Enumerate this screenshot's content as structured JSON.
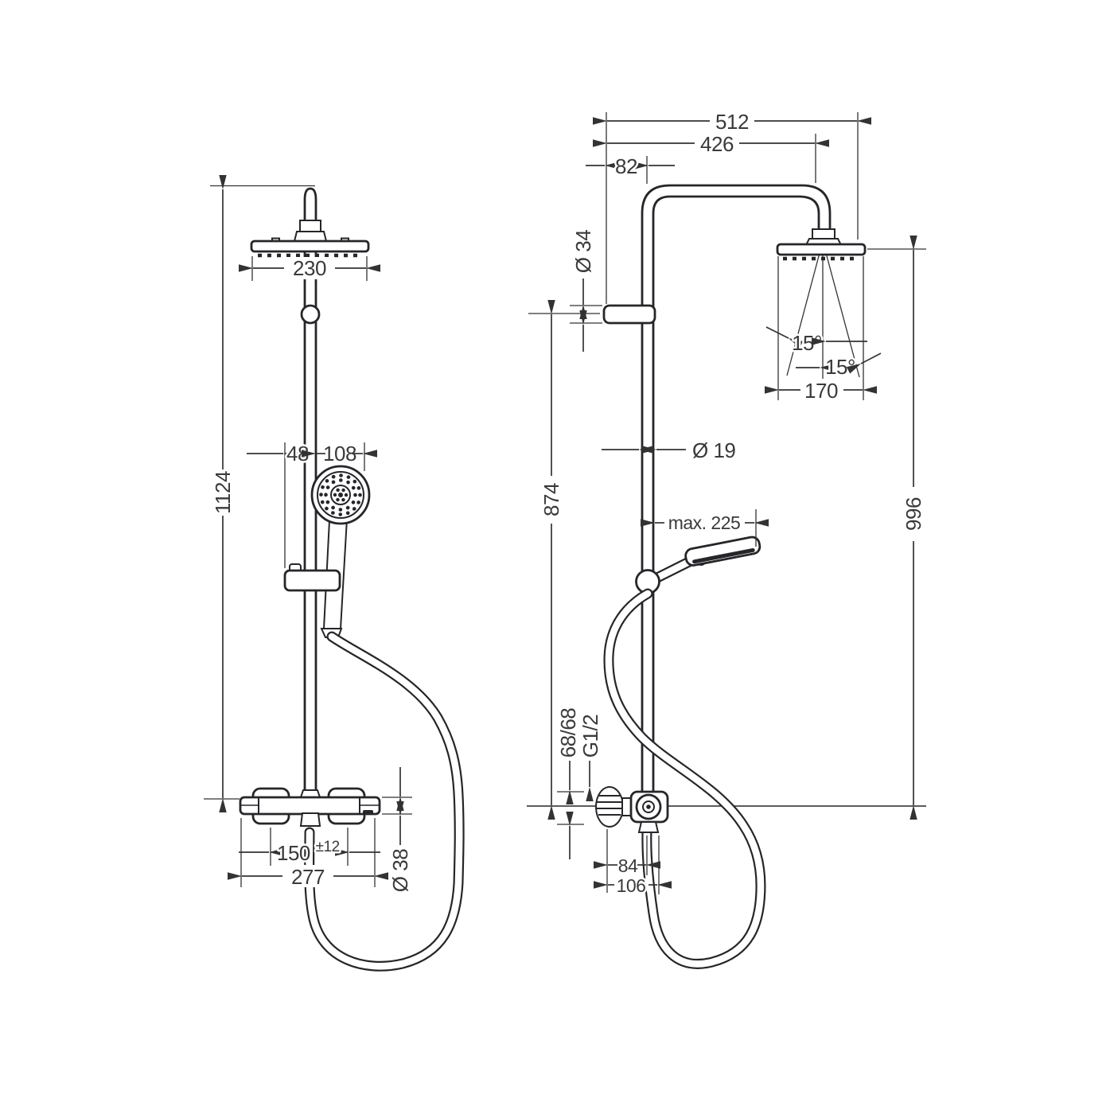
{
  "drawing": {
    "front_view": {
      "head_width": "230",
      "total_height": "1124",
      "hand_shower_offset": "48",
      "hand_shower_diameter": "108",
      "connection_spacing": "150",
      "connection_tolerance": "±12",
      "valve_width": "277",
      "valve_diameter": "Ø 38"
    },
    "side_view": {
      "overall_depth": "512",
      "arm_depth": "426",
      "wall_offset": "82",
      "bracket_diameter": "Ø 34",
      "tilt_upper": "15°",
      "tilt_lower": "15°",
      "head_depth": "170",
      "pipe_diameter": "Ø 19",
      "hand_shower_reach": "max. 225",
      "rail_height": "874",
      "head_height": "996",
      "connection_heights": "68/68",
      "thread_size": "G1/2",
      "hose_offset_inner": "84",
      "hose_offset_outer": "106"
    }
  }
}
